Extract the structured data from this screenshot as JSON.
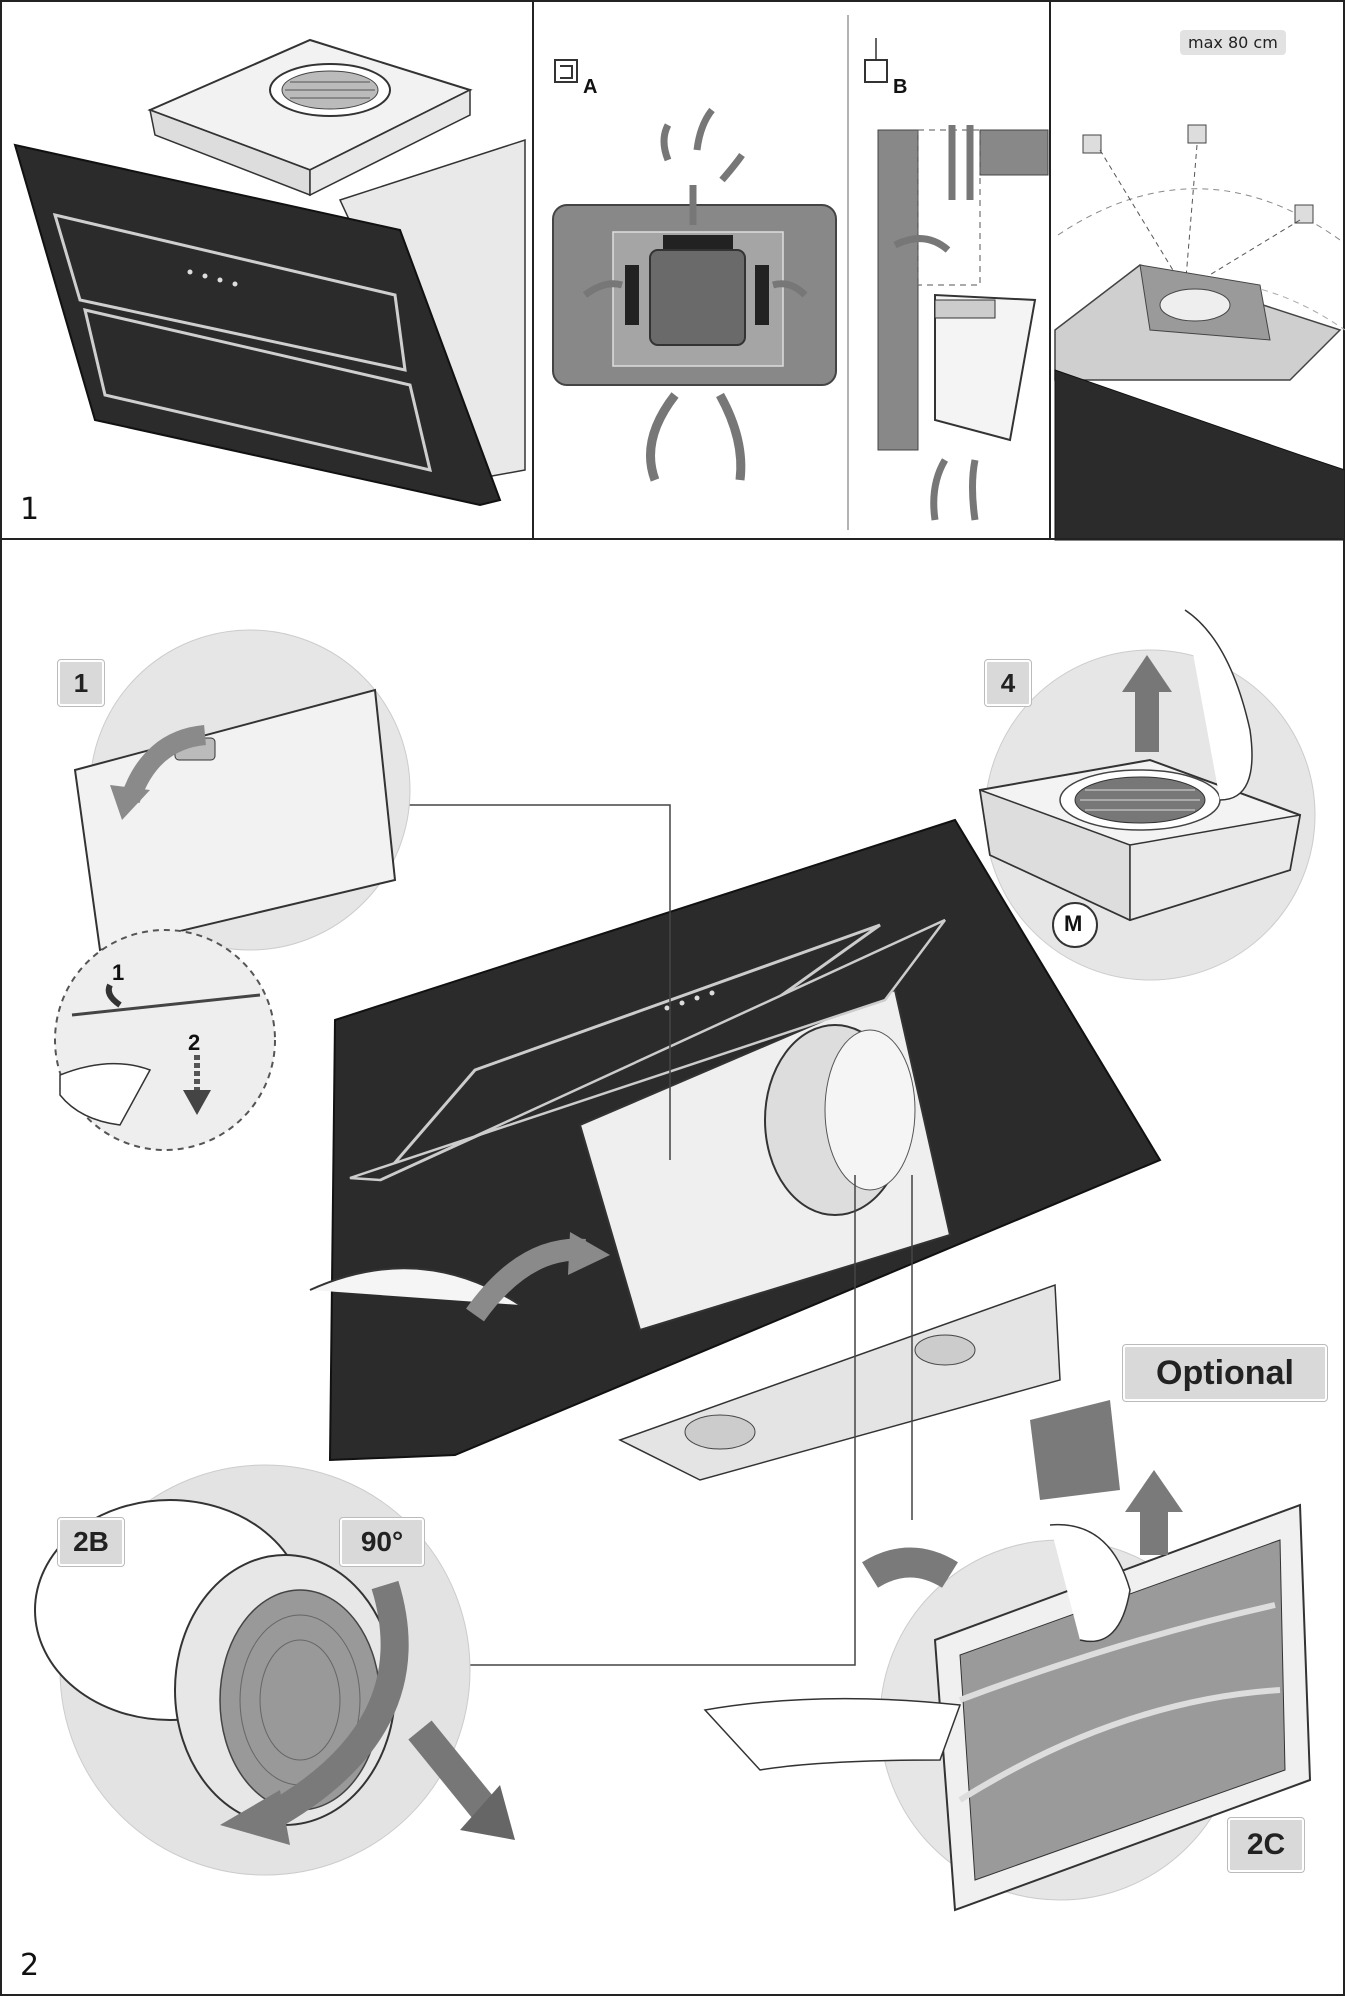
{
  "figure1": {
    "number": "1",
    "panel_a_label": "A",
    "panel_b_label": "B",
    "max_length_label": "max 80 cm"
  },
  "figure2": {
    "number": "2",
    "step1_label": "1",
    "sub_step1": "1",
    "sub_step2": "2",
    "step4_label": "4",
    "motor_label": "M",
    "step2b_label": "2B",
    "angle_label": "90°",
    "optional_label": "Optional",
    "step2c_label": "2C"
  },
  "colors": {
    "glass": "#2b2b2b",
    "metal": "#d6d6d6",
    "arrow": "#7a7a7a",
    "frame": "#222222"
  }
}
